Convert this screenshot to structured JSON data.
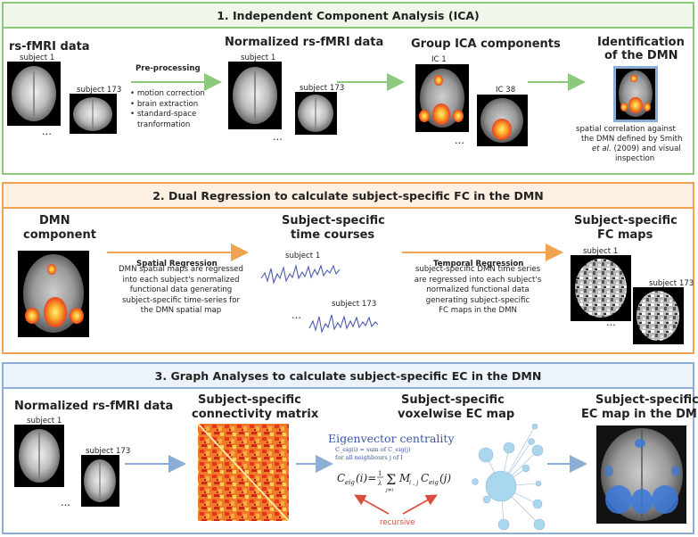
{
  "colors": {
    "green": "#8cc97a",
    "orange": "#f0a24e",
    "blue": "#8aaed6",
    "arrow_green": "#8cc97a",
    "arrow_orange": "#f0a24e",
    "arrow_blue": "#8aaed6",
    "ts_line": "#4d5bb0",
    "recursive": "#d94b3a"
  },
  "section1": {
    "title": "1. Independent Component Analysis (ICA)",
    "rs_title": "rs-fMRI data",
    "subject1": "subject 1",
    "subject173": "subject 173",
    "ellipsis": "...",
    "prep_title": "Pre-processing",
    "prep_items": [
      "motion correction",
      "brain extraction",
      "standard-space",
      "tranformation"
    ],
    "norm_title": "Normalized rs-fMRI data",
    "norm_subject1": "subject 1",
    "norm_subject173": "subject 173",
    "group_title": "Group ICA components",
    "ic1": "IC 1",
    "ic38": "IC 38",
    "ident_title_1": "Identification",
    "ident_title_2": "of the DMN",
    "ident_desc_1": "spatial correlation against",
    "ident_desc_2": "the DMN defined by Smith",
    "ident_desc_3a": "et al.",
    "ident_desc_3b": " (2009) and visual",
    "ident_desc_4": "inspection"
  },
  "section2": {
    "title": "2. Dual Regression to calculate subject-specific FC in the DMN",
    "dmn_title_1": "DMN",
    "dmn_title_2": "component",
    "spatial_title": "Spatial Regression",
    "spatial_desc": [
      "DMN spatial maps are regressed",
      "into each subject's normalized",
      "functional data generating",
      "subject-specific time-series for",
      "the DMN spatial map"
    ],
    "tc_title_1": "Subject-specific",
    "tc_title_2": "time courses",
    "tc_subject1": "subject 1",
    "tc_subject173": "subject 173",
    "temporal_title": "Temporal Regression",
    "temporal_desc": [
      "subject-specific DMN time series",
      "are regressed into each subject's",
      "normalized functional data",
      "generating subject-specific",
      "FC maps in the DMN"
    ],
    "fc_title_1": "Subject-specific",
    "fc_title_2": "FC maps",
    "fc_subject1": "subject 1",
    "fc_subject173": "subject 173"
  },
  "section3": {
    "title": "3. Graph Analyses to calculate subject-specific EC in the DMN",
    "norm_title": "Normalized rs-fMRI data",
    "subject1": "subject 1",
    "subject173": "subject 173",
    "cm_title_1": "Subject-specific",
    "cm_title_2": "connectivity matrix",
    "vx_title_1": "Subject-specific",
    "vx_title_2": "voxelwise EC map",
    "ev_title": "Eigenvector centrality",
    "ev_line1": "C_eig(i) = sum of C_eig(j)",
    "ev_line2": "for all neighbours j of I",
    "recursive": "recursive",
    "ecdmn_title_1": "Subject-specific",
    "ecdmn_title_2": "EC map in the DMN"
  }
}
